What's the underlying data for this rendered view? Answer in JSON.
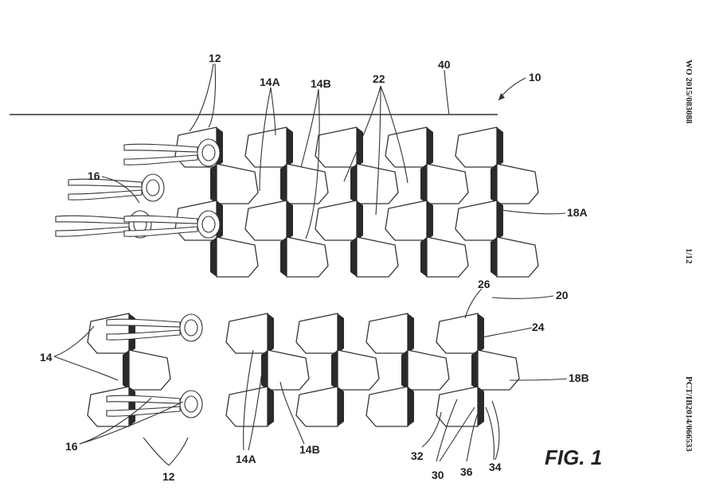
{
  "header": {
    "pub_number": "WO 2015/083088",
    "sheet": "1/12",
    "app_number": "PCT/IB2014/066533"
  },
  "figure": {
    "caption": "FIG. 1"
  },
  "reference_labels": {
    "r10": "10",
    "r12_top": "12",
    "r12_bottom": "12",
    "r14": "14",
    "r14A_top": "14A",
    "r14B_top": "14B",
    "r14A_bottom": "14A",
    "r14B_bottom": "14B",
    "r16_top": "16",
    "r16_bottom": "16",
    "r18A": "18A",
    "r18B": "18B",
    "r20": "20",
    "r22": "22",
    "r24": "24",
    "r26": "26",
    "r30": "30",
    "r32": "32",
    "r34": "34",
    "r36": "36",
    "r40": "40"
  }
}
